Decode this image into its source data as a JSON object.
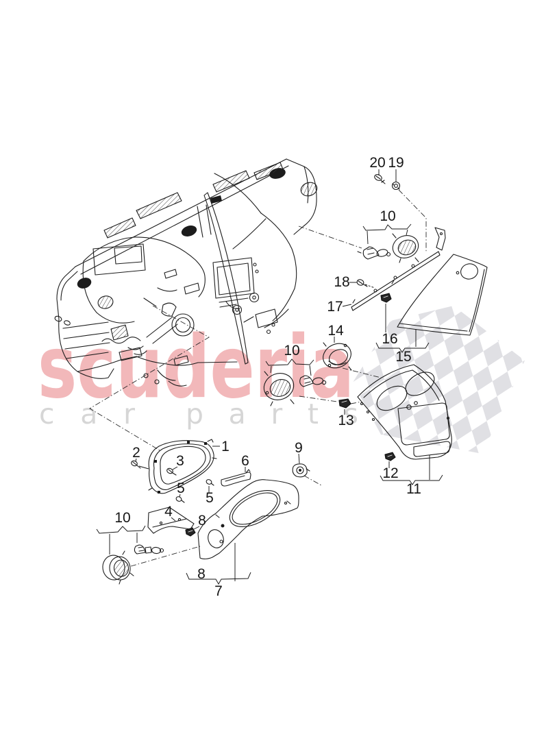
{
  "watermark": {
    "brand": "scuderia",
    "tagline_word1": "car",
    "tagline_word2": "parts",
    "brand_color": "#f2b8ba",
    "tagline_color": "#d6d6d6"
  },
  "flag": {
    "checker_color": "#dcdce1"
  },
  "art": {
    "line_color": "#1c1c1c"
  },
  "callouts": [
    "20",
    "19",
    "10",
    "18",
    "17",
    "16",
    "15",
    "14",
    "10",
    "13",
    "12",
    "11",
    "2",
    "1",
    "3",
    "5",
    "5",
    "6",
    "9",
    "4",
    "10",
    "8",
    "8",
    "7"
  ]
}
